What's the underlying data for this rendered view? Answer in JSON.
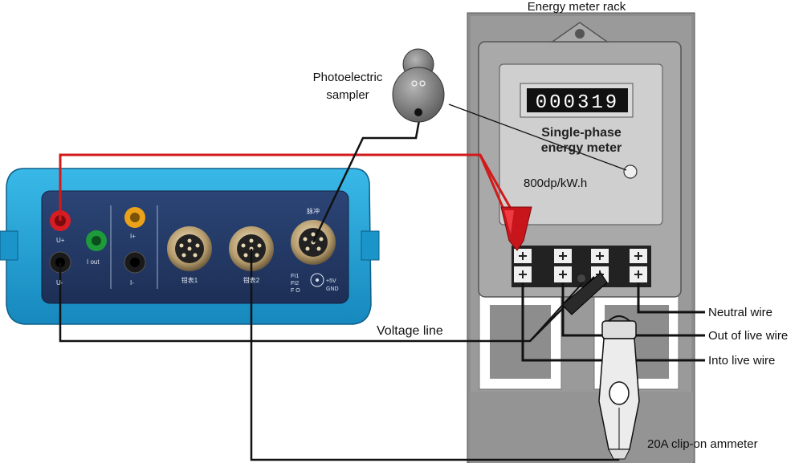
{
  "labels": {
    "rack": "Energy meter rack",
    "sampler_line1": "Photoelectric",
    "sampler_line2": "sampler",
    "meter_line1": "Single-phase",
    "meter_line2": "energy meter",
    "meter_constant": "800dp/kW.h",
    "counter": "000319",
    "voltage_line": "Voltage line",
    "neutral_wire": "Neutral wire",
    "out_live_wire": "Out of live wire",
    "into_live_wire": "Into live wire",
    "clamp": "20A clip-on ammeter"
  },
  "device": {
    "u_plus": "U+",
    "u_minus": "U-",
    "i_out": "I out",
    "i_plus": "I+",
    "i_minus": "I-",
    "clamp1": "钳表1",
    "clamp2": "钳表2",
    "pulse": "脉冲",
    "fi1": "FI1",
    "fi2": "FI2",
    "fo": "F O",
    "plus5v": "+5V",
    "gnd": "GND"
  },
  "colors": {
    "device_body": "#1ea3d8",
    "device_panel": "#243a66",
    "voltage_wire": "#d21a1a",
    "signal_wire": "#111111",
    "rack": "#8e8e8e",
    "meter_face": "#cfcfcf"
  }
}
